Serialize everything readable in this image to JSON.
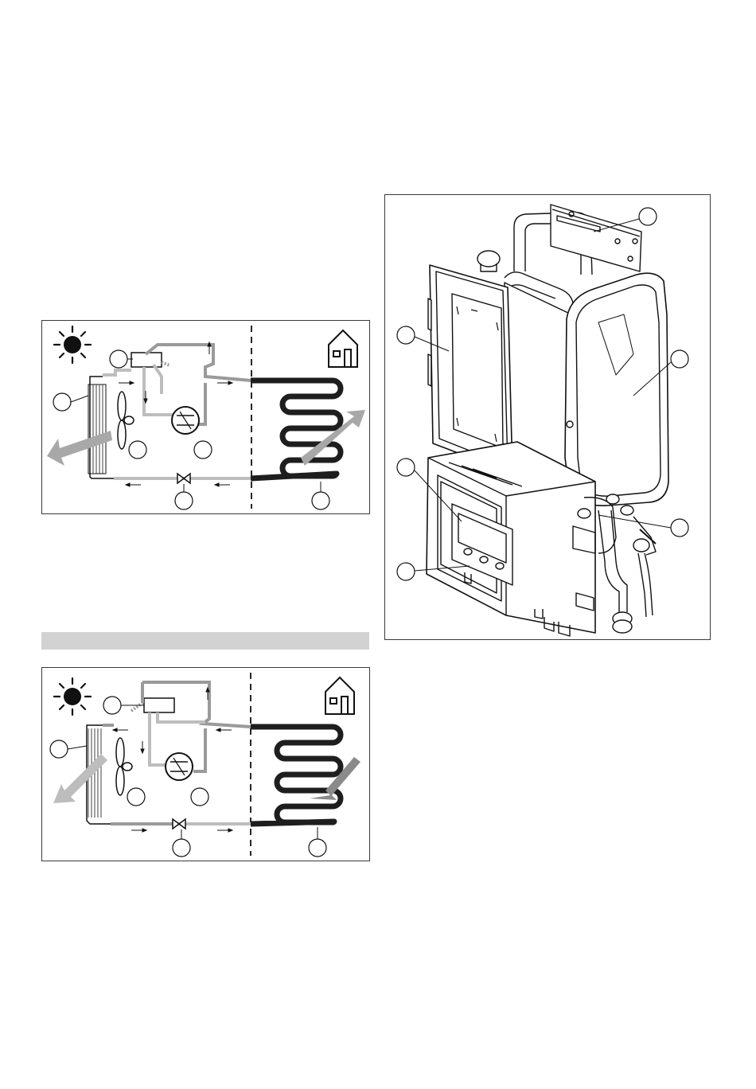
{
  "figures": [
    {
      "id": "heating-mode-diagram",
      "callouts": [
        "",
        "",
        "",
        "",
        "",
        ""
      ]
    },
    {
      "id": "cooling-mode-diagram",
      "callouts": [
        "",
        "",
        "",
        "",
        "",
        ""
      ]
    },
    {
      "id": "unit-overview",
      "callouts": [
        "",
        "",
        "",
        "",
        "",
        ""
      ]
    }
  ],
  "section_bar": {
    "text": "",
    "color": "#d2d2d2"
  },
  "colors": {
    "line": "#1a1a1a",
    "pipe_light": "#bdbdbd",
    "pipe_mid": "#9a9a9a",
    "pipe_dark": "#1e1e1e",
    "arrow_fill": "#a8a8a8",
    "frame": "#3a3a3a"
  },
  "icons": [
    "sun-icon",
    "house-icon",
    "fan-icon",
    "compressor-icon",
    "expansion-valve-icon",
    "four-way-valve-icon"
  ]
}
